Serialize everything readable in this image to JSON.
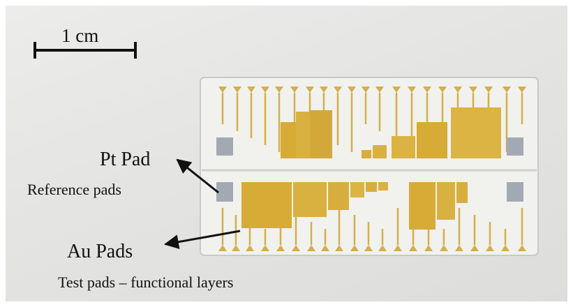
{
  "scale_bar": {
    "label": "1 cm"
  },
  "annotations": {
    "pt": {
      "title": "Pt Pad",
      "subtitle": "Reference pads"
    },
    "au": {
      "title": "Au Pads",
      "subtitle": "Test pads – functional layers"
    }
  },
  "colors": {
    "background": "#e4e4e2",
    "glass_chip": "#eeeeea",
    "gold_trace": "#d2b04a",
    "gold_pad": "#d6ab36",
    "platinum_pad": "#a3a9b3",
    "text": "#111111"
  }
}
